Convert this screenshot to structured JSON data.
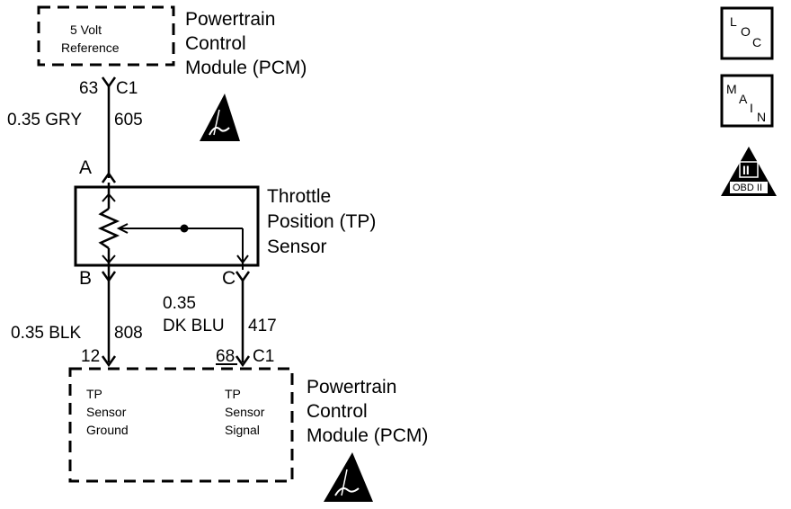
{
  "top_pcm": {
    "box_line1": "5 Volt",
    "box_line2": "Reference",
    "title_line1": "Powertrain",
    "title_line2": "Control",
    "title_line3": "Module (PCM)",
    "pin": "63",
    "connector": "C1"
  },
  "wire_ref": {
    "gauge_color": "0.35 GRY",
    "circuit": "605"
  },
  "sensor": {
    "title_line1": "Throttle",
    "title_line2": "Position (TP)",
    "title_line3": "Sensor",
    "terminal_a": "A",
    "terminal_b": "B",
    "terminal_c": "C"
  },
  "wire_ground": {
    "gauge_color": "0.35 BLK",
    "circuit": "808",
    "pin": "12"
  },
  "wire_signal": {
    "gauge": "0.35",
    "color": "DK BLU",
    "circuit": "417",
    "pin": "68",
    "connector": "C1"
  },
  "bottom_pcm": {
    "ground_line1": "TP",
    "ground_line2": "Sensor",
    "ground_line3": "Ground",
    "signal_line1": "TP",
    "signal_line2": "Sensor",
    "signal_line3": "Signal",
    "title_line1": "Powertrain",
    "title_line2": "Control",
    "title_line3": "Module (PCM)"
  },
  "side_icons": {
    "loc_l": "L",
    "loc_o": "O",
    "loc_c": "C",
    "main_m": "M",
    "main_a": "A",
    "main_i": "I",
    "main_n": "N",
    "obd_numeral": "II",
    "obd_label": "OBD II"
  },
  "icons": [
    "esd-warning-icon",
    "loc-icon",
    "main-icon",
    "obd-ii-icon"
  ]
}
